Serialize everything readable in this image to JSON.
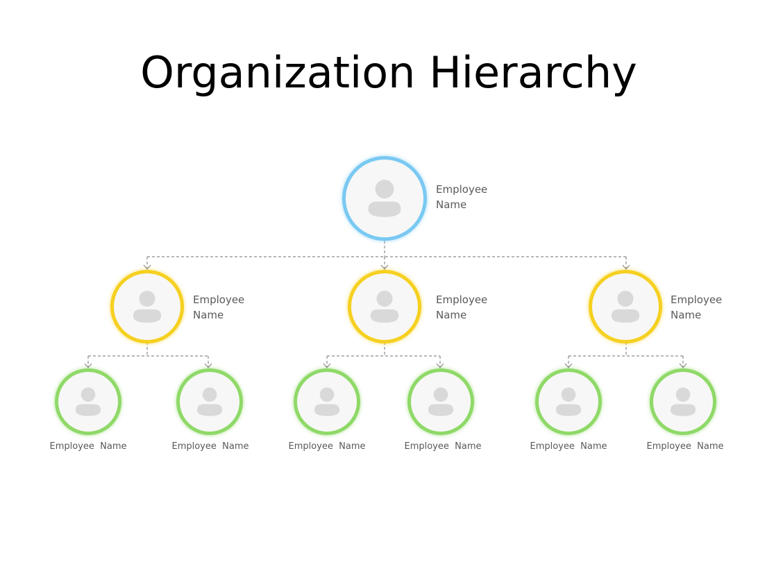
{
  "title": "Organization Hierarchy",
  "colors": {
    "top": "#79c9f2",
    "mid": "#f5d020",
    "leaf": "#8fd968",
    "connector": "#8c8c8c"
  },
  "root": {
    "label_line1": "Employee",
    "label_line2": "Name"
  },
  "managers": [
    {
      "label_line1": "Employee",
      "label_line2": "Name"
    },
    {
      "label_line1": "Employee",
      "label_line2": "Name"
    },
    {
      "label_line1": "Employee",
      "label_line2": "Name"
    }
  ],
  "staff": [
    {
      "label": "Employee  Name"
    },
    {
      "label": "Employee  Name"
    },
    {
      "label": "Employee  Name"
    },
    {
      "label": "Employee  Name"
    },
    {
      "label": "Employee  Name"
    },
    {
      "label": "Employee  Name"
    }
  ],
  "icons": {
    "avatar": "person-avatar-icon",
    "arrow": "arrow-down-icon"
  }
}
